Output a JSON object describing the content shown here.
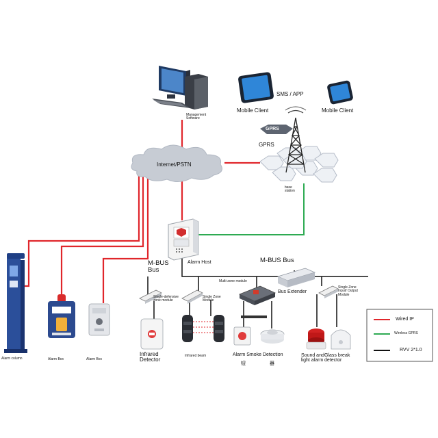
{
  "colors": {
    "wired_ip": "#e0262b",
    "wireless_gprs": "#2daa52",
    "rvv": "#111111"
  },
  "labels": {
    "management_software": "Management Software",
    "sms_app": "SMS / APP",
    "mobile_client_left": "Mobile Client",
    "mobile_client_right": "Mobile Client",
    "gprs_badge": "GPRS",
    "gprs_text": "GPRS",
    "internet": "Internet/PSTN",
    "base_station": "base station",
    "alarm_host": "Alarm Host",
    "mbus_bus_left": "M-BUS Bus",
    "mbus_bus_top": "M-BUS Bus",
    "multi_zone_module": "Multi-zone module",
    "bus_extender": "Bus Extender",
    "single_defensive": "Single-defensive zone module",
    "single_zone_module": "Single Zone Module",
    "single_zone_io": "Single Zone Input/ Output Module",
    "alarm_column": "Alarm column",
    "alarm_box_1": "Alarm Box",
    "alarm_box_2": "Alarm Box",
    "infrared_detector": "Infrared Detector",
    "infrared_beam": "Infrared beam",
    "alarm_smoke": "Alarm Smoke Detection",
    "button_glyph": "钮",
    "device_glyph": "器",
    "sound_light": "Sound and light alarm",
    "glass_break": "Glass break detector"
  },
  "legend": {
    "items": [
      {
        "label": "Wired IP",
        "color": "#e0262b"
      },
      {
        "label": "Wireless GPRS",
        "color": "#2daa52"
      },
      {
        "label": "RVV 2*1.0",
        "color": "#111111"
      }
    ]
  }
}
